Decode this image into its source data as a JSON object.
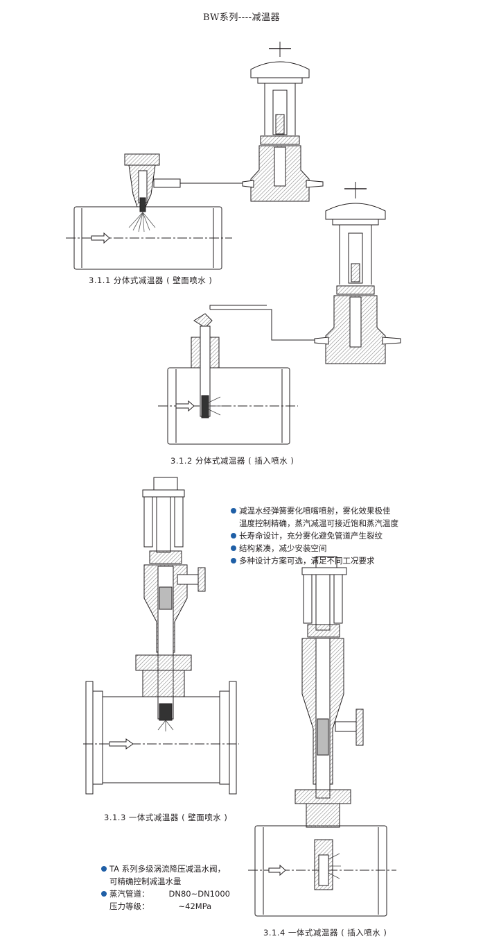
{
  "header": {
    "title": "BW系列----减温器"
  },
  "figures": [
    {
      "caption": "3.1.1 分体式减温器 ( 壁面喷水 )"
    },
    {
      "caption": "3.1.2 分体式减温器 ( 插入喷水 )"
    },
    {
      "caption": "3.1.3 一体式减温器 ( 壁面喷水 )"
    },
    {
      "caption": "3.1.4 一体式减温器 ( 插入喷水 )"
    }
  ],
  "features": [
    {
      "line1": "减温水经弹簧雾化喷嘴喷射，雾化效果极佳",
      "line2": "温度控制精确，蒸汽减温可接近饱和蒸汽温度"
    },
    {
      "line1": "长寿命设计，充分雾化避免管道产生裂纹"
    },
    {
      "line1": "结构紧凑，减少安装空间"
    },
    {
      "line1": "多种设计方案可选，满足不同工况要求"
    }
  ],
  "ta_notes": {
    "line1": "TA 系列多级涡流降压减温水阀，",
    "line2": "可精确控制减温水量",
    "pipe_label": "蒸汽管道：",
    "pipe_value": "DN80~DN1000",
    "pressure_label": "压力等级：",
    "pressure_value": "~42MPa"
  },
  "colors": {
    "bullet": "#1f5fa6",
    "line": "#231f20",
    "hatch": "#777777"
  }
}
